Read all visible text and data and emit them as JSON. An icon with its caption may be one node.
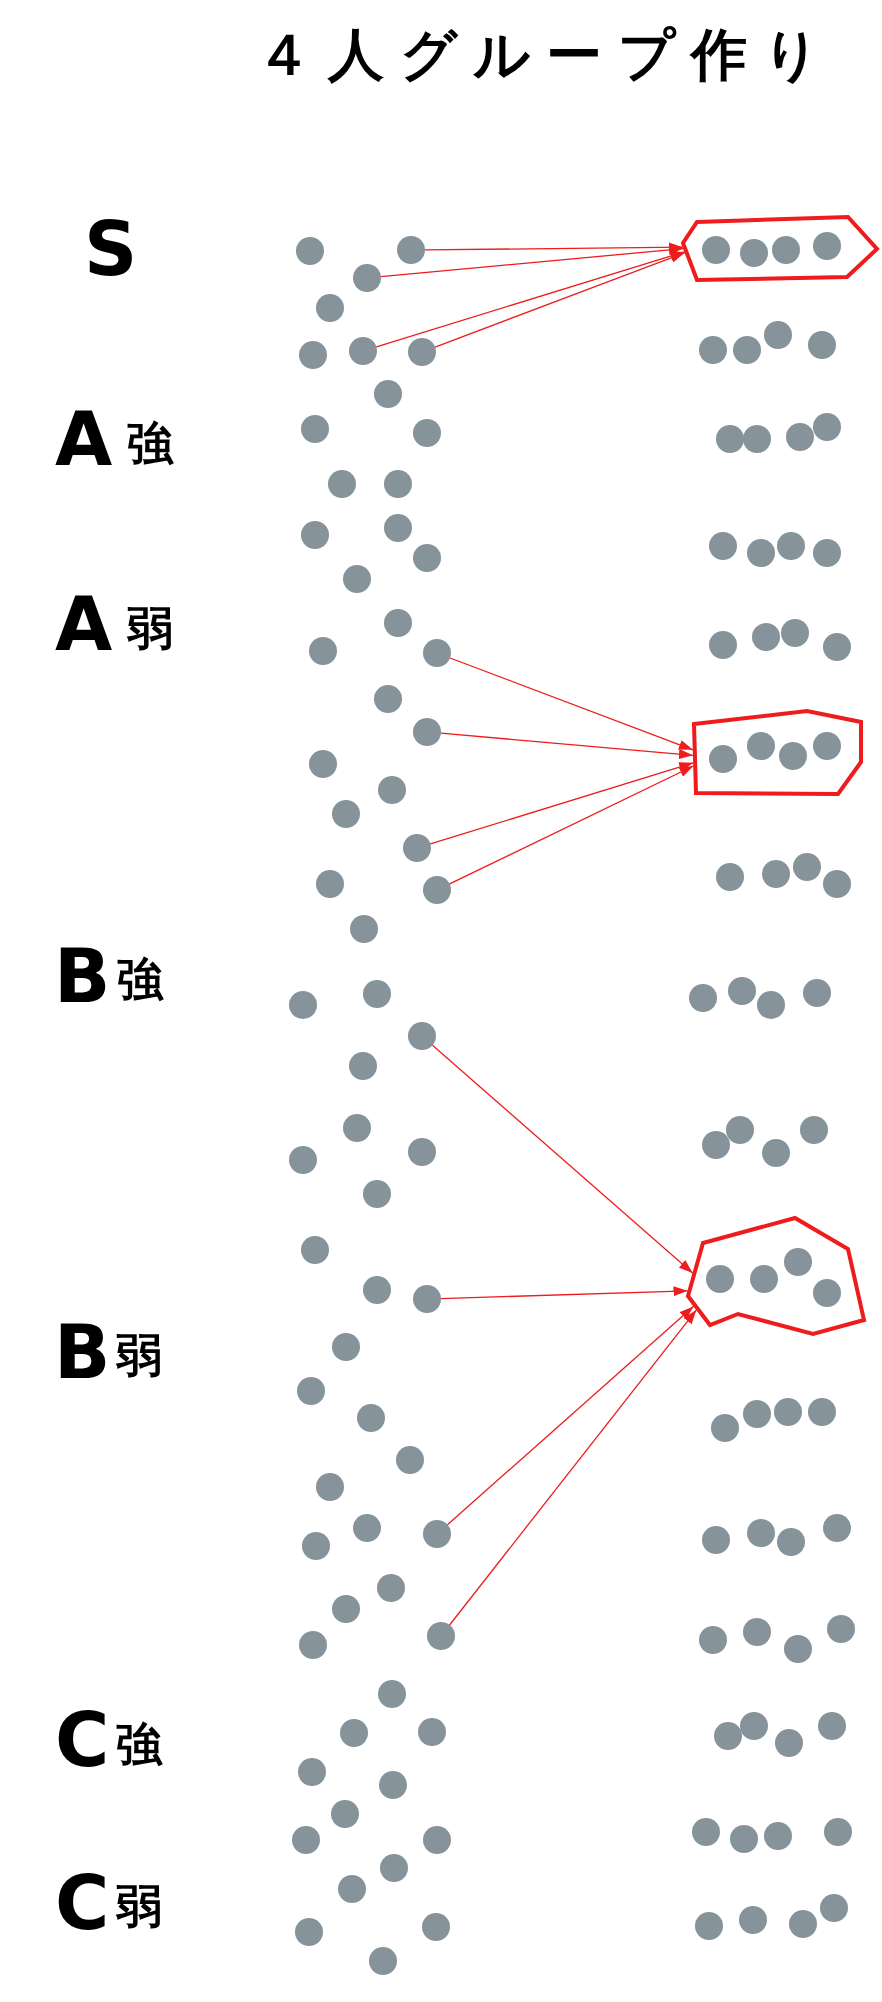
{
  "diagram": {
    "title": "４人グループ作り",
    "nodes": [
      {
        "text": [],
        "shape": "circle"
      },
      {
        "text": [],
        "shape": "circle"
      },
      {
        "text": [],
        "shape": "circle"
      },
      {
        "text": [],
        "shape": "circle"
      },
      {
        "text": [],
        "shape": "circle"
      },
      {
        "text": [],
        "shape": "circle"
      },
      {
        "text": [],
        "shape": "circle"
      },
      {
        "text": [],
        "shape": "circle"
      },
      {
        "text": [],
        "shape": "circle"
      },
      {
        "text": [],
        "shape": "circle"
      },
      {
        "text": [],
        "shape": "circle"
      },
      {
        "text": [],
        "shape": "circle"
      },
      {
        "text": [],
        "shape": "circle"
      },
      {
        "text": [],
        "shape": "circle"
      },
      {
        "text": [],
        "shape": "circle"
      },
      {
        "text": [],
        "shape": "circle"
      },
      {
        "text": [],
        "shape": "circle"
      },
      {
        "text": [],
        "shape": "circle"
      },
      {
        "text": [],
        "shape": "circle"
      },
      {
        "text": [],
        "shape": "circle"
      },
      {
        "text": [],
        "shape": "circle"
      },
      {
        "text": [],
        "shape": "circle"
      },
      {
        "text": [],
        "shape": "circle"
      },
      {
        "text": [],
        "shape": "circle"
      },
      {
        "text": [],
        "shape": "circle"
      },
      {
        "text": [],
        "shape": "circle"
      },
      {
        "text": [],
        "shape": "circle"
      },
      {
        "text": [],
        "shape": "circle"
      },
      {
        "text": [],
        "shape": "circle"
      },
      {
        "text": [],
        "shape": "circle"
      },
      {
        "text": [],
        "shape": "circle"
      },
      {
        "text": [],
        "shape": "circle"
      },
      {
        "text": [],
        "shape": "circle"
      },
      {
        "text": [],
        "shape": "circle"
      },
      {
        "text": [],
        "shape": "circle"
      },
      {
        "text": [],
        "shape": "circle"
      },
      {
        "text": [],
        "shape": "circle"
      },
      {
        "text": [],
        "shape": "circle"
      },
      {
        "text": [],
        "shape": "circle"
      },
      {
        "text": [],
        "shape": "circle"
      },
      {
        "text": [],
        "shape": "circle"
      },
      {
        "text": [],
        "shape": "circle"
      },
      {
        "text": [],
        "shape": "circle"
      },
      {
        "text": [],
        "shape": "circle"
      },
      {
        "text": [],
        "shape": "circle"
      },
      {
        "text": [],
        "shape": "circle"
      },
      {
        "text": [],
        "shape": "circle"
      },
      {
        "text": [],
        "shape": "circle"
      },
      {
        "text": [],
        "shape": "circle"
      },
      {
        "text": [],
        "shape": "circle"
      },
      {
        "text": [],
        "shape": "circle"
      },
      {
        "text": [],
        "shape": "circle"
      },
      {
        "text": [],
        "shape": "circle"
      },
      {
        "text": [],
        "shape": "circle"
      },
      {
        "text": [],
        "shape": "circle"
      },
      {
        "text": [],
        "shape": "circle"
      },
      {
        "text": [],
        "shape": "circle"
      },
      {
        "text": [],
        "shape": "circle"
      },
      {
        "text": [],
        "shape": "circle"
      },
      {
        "text": [],
        "shape": "circle"
      },
      {
        "text": [],
        "shape": "circle"
      },
      {
        "text": [],
        "shape": "circle"
      },
      {
        "text": [],
        "shape": "circle"
      },
      {
        "text": [],
        "shape": "circle"
      },
      {
        "text": [],
        "shape": "polygon"
      },
      {
        "text": [],
        "shape": "circle",
        "in": 64
      },
      {
        "text": [],
        "shape": "circle",
        "in": 64
      },
      {
        "text": [],
        "shape": "circle",
        "in": 64
      },
      {
        "text": [],
        "shape": "circle",
        "in": 64
      },
      {
        "text": [],
        "shape": "circle"
      },
      {
        "text": [],
        "shape": "circle"
      },
      {
        "text": [],
        "shape": "circle"
      },
      {
        "text": [],
        "shape": "circle"
      },
      {
        "text": [],
        "shape": "circle"
      },
      {
        "text": [],
        "shape": "circle"
      },
      {
        "text": [],
        "shape": "circle"
      },
      {
        "text": [],
        "shape": "circle"
      },
      {
        "text": [],
        "shape": "circle"
      },
      {
        "text": [],
        "shape": "circle"
      },
      {
        "text": [],
        "shape": "circle"
      },
      {
        "text": [],
        "shape": "circle"
      },
      {
        "text": [],
        "shape": "circle"
      },
      {
        "text": [],
        "shape": "circle"
      },
      {
        "text": [],
        "shape": "circle"
      },
      {
        "text": [],
        "shape": "circle"
      },
      {
        "text": [],
        "shape": "polygon"
      },
      {
        "text": [],
        "shape": "circle",
        "in": 85
      },
      {
        "text": [],
        "shape": "circle",
        "in": 85
      },
      {
        "text": [],
        "shape": "circle",
        "in": 85
      },
      {
        "text": [],
        "shape": "circle",
        "in": 85
      },
      {
        "text": [],
        "shape": "circle"
      },
      {
        "text": [],
        "shape": "circle"
      },
      {
        "text": [],
        "shape": "circle"
      },
      {
        "text": [],
        "shape": "circle"
      },
      {
        "text": [],
        "shape": "circle"
      },
      {
        "text": [],
        "shape": "circle"
      },
      {
        "text": [],
        "shape": "circle"
      },
      {
        "text": [],
        "shape": "circle"
      },
      {
        "text": [],
        "shape": "circle"
      },
      {
        "text": [],
        "shape": "circle"
      },
      {
        "text": [],
        "shape": "circle"
      },
      {
        "text": [],
        "shape": "circle"
      },
      {
        "text": [],
        "shape": "polygon"
      },
      {
        "text": [],
        "shape": "circle",
        "in": 102
      },
      {
        "text": [],
        "shape": "circle",
        "in": 102
      },
      {
        "text": [],
        "shape": "circle",
        "in": 102
      },
      {
        "text": [],
        "shape": "circle",
        "in": 102
      },
      {
        "text": [],
        "shape": "circle"
      },
      {
        "text": [],
        "shape": "circle"
      },
      {
        "text": [],
        "shape": "circle"
      },
      {
        "text": [],
        "shape": "circle"
      },
      {
        "text": [],
        "shape": "circle"
      },
      {
        "text": [],
        "shape": "circle"
      },
      {
        "text": [],
        "shape": "circle"
      },
      {
        "text": [],
        "shape": "circle"
      },
      {
        "text": [],
        "shape": "circle"
      },
      {
        "text": [],
        "shape": "circle"
      },
      {
        "text": [],
        "shape": "circle"
      },
      {
        "text": [],
        "shape": "circle"
      },
      {
        "text": [],
        "shape": "circle"
      },
      {
        "text": [],
        "shape": "circle"
      },
      {
        "text": [],
        "shape": "circle"
      },
      {
        "text": [],
        "shape": "circle"
      },
      {
        "text": [],
        "shape": "circle"
      },
      {
        "text": [],
        "shape": "circle"
      },
      {
        "text": [],
        "shape": "circle"
      },
      {
        "text": [],
        "shape": "circle"
      },
      {
        "text": [],
        "shape": "circle"
      },
      {
        "text": [],
        "shape": "circle"
      },
      {
        "text": [],
        "shape": "circle"
      },
      {
        "text": [],
        "shape": "circle"
      }
    ],
    "edges": [
      {
        "from": 1,
        "to": 64,
        "arrow": "to"
      },
      {
        "from": 2,
        "to": 64,
        "arrow": "to"
      },
      {
        "from": 5,
        "to": 64,
        "arrow": "to"
      },
      {
        "from": 6,
        "to": 64,
        "arrow": "to"
      },
      {
        "from": 18,
        "to": 85,
        "arrow": "to"
      },
      {
        "from": 20,
        "to": 85,
        "arrow": "to"
      },
      {
        "from": 24,
        "to": 85,
        "arrow": "to"
      },
      {
        "from": 26,
        "to": 85,
        "arrow": "to"
      },
      {
        "from": 30,
        "to": 102,
        "arrow": "to"
      },
      {
        "from": 38,
        "to": 102,
        "arrow": "to"
      },
      {
        "from": 45,
        "to": 102,
        "arrow": "to"
      },
      {
        "from": 49,
        "to": 102,
        "arrow": "to"
      }
    ],
    "labels": [
      "S",
      "A",
      "強",
      "A",
      "弱",
      "B",
      "強",
      "B",
      "弱",
      "C",
      "強",
      "C",
      "弱"
    ]
  }
}
